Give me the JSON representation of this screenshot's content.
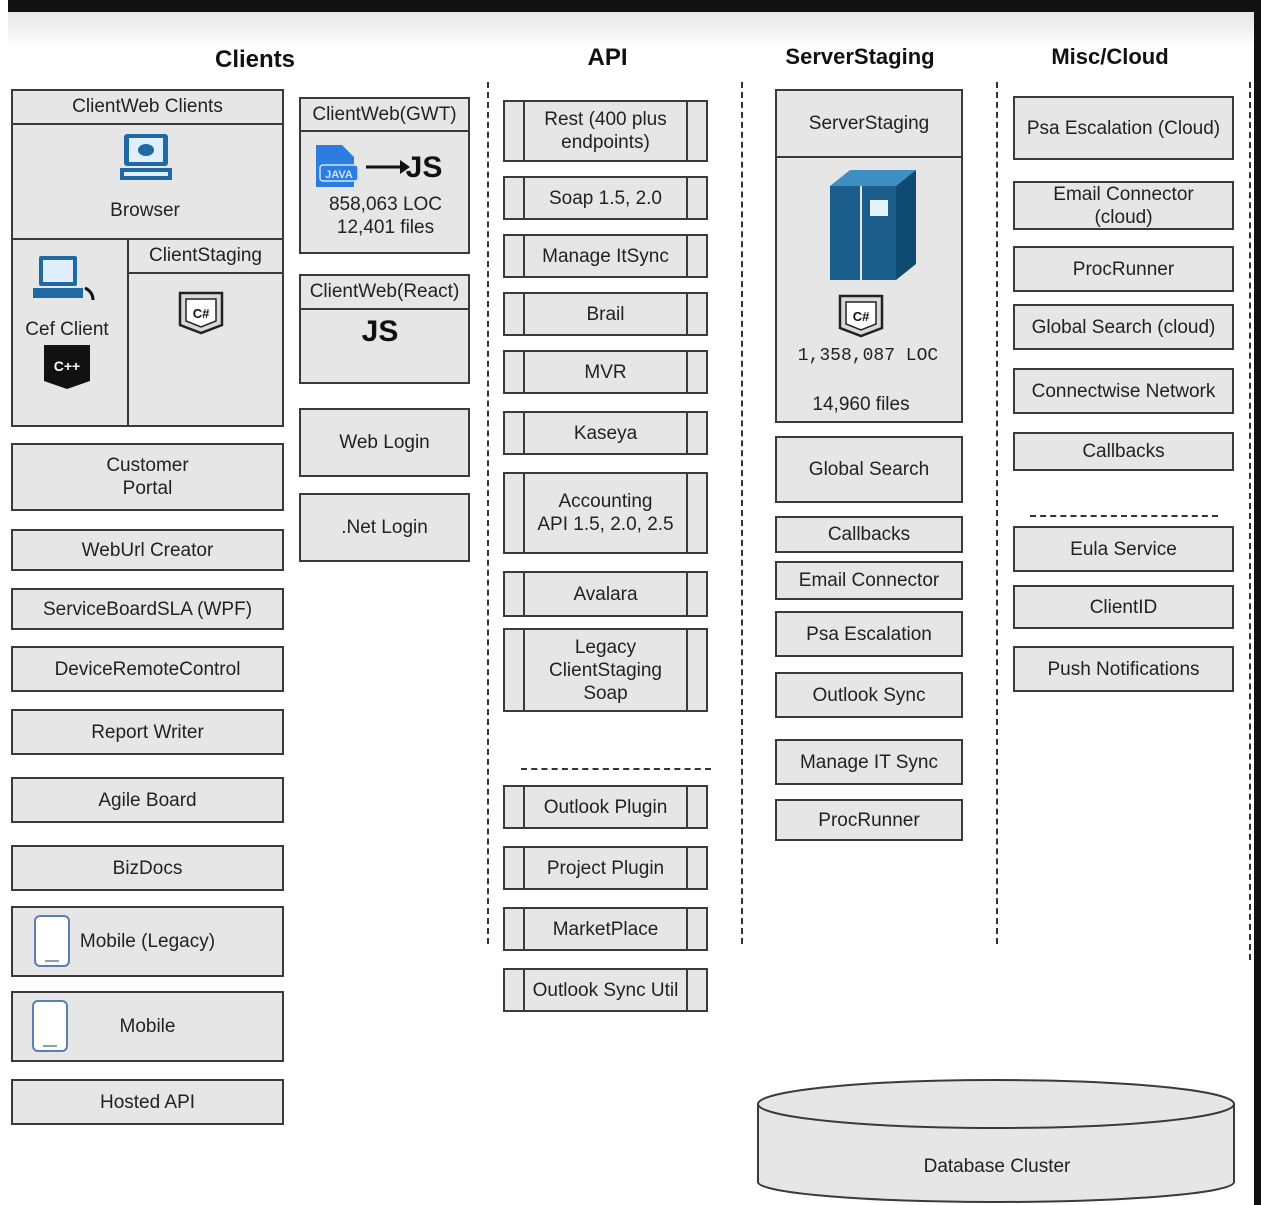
{
  "headers": {
    "clients": "Clients",
    "api": "API",
    "server": "ServerStaging",
    "misc": "Misc/Cloud"
  },
  "clients": {
    "clientweb_clients": {
      "title": "ClientWeb Clients",
      "browser": "Browser"
    },
    "cef_client": "Cef Client",
    "client_staging": "ClientStaging",
    "gwt": {
      "title": "ClientWeb(GWT)",
      "java_label": "JAVA",
      "js_label": "JS",
      "loc": "858,063  LOC",
      "files": "12,401 files"
    },
    "react": {
      "title": "ClientWeb(React)",
      "js_label": "JS"
    },
    "web_login": "Web Login",
    "net_login": ".Net Login",
    "customer_portal": "Customer\nPortal",
    "weburl_creator": "WebUrl Creator",
    "serviceboard_sla": "ServiceBoardSLA (WPF)",
    "device_remote_control": "DeviceRemoteControl",
    "report_writer": "Report Writer",
    "agile_board": "Agile Board",
    "bizdocs": "BizDocs",
    "mobile_legacy": "Mobile (Legacy)",
    "mobile": "Mobile",
    "hosted_api": "Hosted API",
    "csharp_label": "C#",
    "cpp_label": "C++"
  },
  "api": {
    "items": [
      "Rest (400 plus\nendpoints)",
      "Soap 1.5, 2.0",
      "Manage ItSync",
      "Brail",
      "MVR",
      "Kaseya",
      "Accounting\nAPI 1.5, 2.0, 2.5",
      "Avalara",
      "Legacy\nClientStaging\nSoap"
    ],
    "plugins": [
      "Outlook Plugin",
      "Project Plugin",
      "MarketPlace",
      "Outlook Sync Util"
    ]
  },
  "server": {
    "title": "ServerStaging",
    "csharp_label": "C#",
    "loc": "1,358,087 LOC",
    "files": "14,960 files",
    "items": [
      "Global Search",
      "Callbacks",
      "Email Connector",
      "Psa Escalation",
      "Outlook Sync",
      "Manage IT Sync",
      "ProcRunner"
    ]
  },
  "misc": {
    "items": [
      "Psa Escalation (Cloud)",
      "Email Connector\n(cloud)",
      "ProcRunner",
      "Global Search (cloud)",
      "Connectwise Network",
      "Callbacks"
    ],
    "items2": [
      "Eula Service",
      "ClientID",
      "Push Notifications"
    ]
  },
  "database": "Database Cluster",
  "colors": {
    "box_fill": "#e6e6e6",
    "icon_blue": "#1f6aa5",
    "server_blue": "#1b5e8c",
    "stroke": "#3a3a3a"
  }
}
